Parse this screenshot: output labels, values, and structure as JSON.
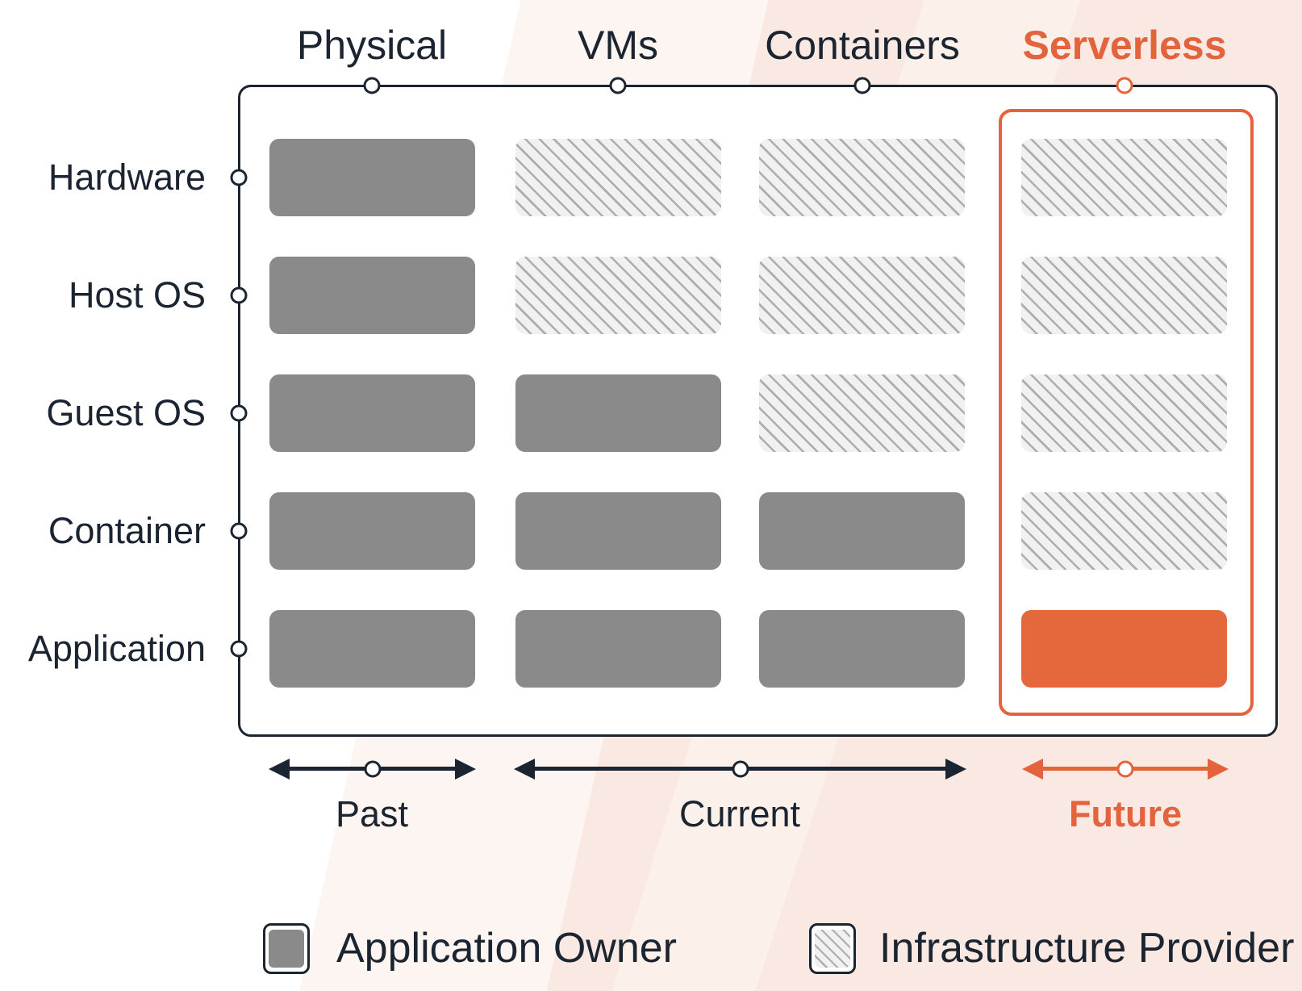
{
  "diagram": {
    "columns": [
      {
        "id": "physical",
        "label": "Physical",
        "accent": false
      },
      {
        "id": "vms",
        "label": "VMs",
        "accent": false
      },
      {
        "id": "containers",
        "label": "Containers",
        "accent": false
      },
      {
        "id": "serverless",
        "label": "Serverless",
        "accent": true
      }
    ],
    "rows": [
      {
        "id": "hardware",
        "label": "Hardware"
      },
      {
        "id": "host-os",
        "label": "Host OS"
      },
      {
        "id": "guest-os",
        "label": "Guest OS"
      },
      {
        "id": "container",
        "label": "Container"
      },
      {
        "id": "application",
        "label": "Application"
      }
    ],
    "ownership_matrix": [
      [
        "application-owner",
        "infrastructure-provider",
        "infrastructure-provider",
        "infrastructure-provider"
      ],
      [
        "application-owner",
        "infrastructure-provider",
        "infrastructure-provider",
        "infrastructure-provider"
      ],
      [
        "application-owner",
        "application-owner",
        "infrastructure-provider",
        "infrastructure-provider"
      ],
      [
        "application-owner",
        "application-owner",
        "application-owner",
        "infrastructure-provider"
      ],
      [
        "application-owner",
        "application-owner",
        "application-owner",
        "application-owner-highlight"
      ]
    ],
    "eras": [
      {
        "label": "Past",
        "accent": false
      },
      {
        "label": "Current",
        "accent": false
      },
      {
        "label": "Future",
        "accent": true
      }
    ],
    "legend": [
      {
        "label": "Application Owner",
        "swatch": "application-owner"
      },
      {
        "label": "Infrastructure Provider",
        "swatch": "infrastructure-provider"
      }
    ],
    "colors": {
      "accent": "#E2633C",
      "accent_fill": "#E5673C",
      "dark": "#1B2431",
      "owner_gray": "#8A8A8A",
      "hatch_bg": "#F1F1F1",
      "hatch_line": "#ADADAD",
      "peach": "#FAE9E2",
      "peach_light": "#FCF0EA",
      "peach_faint": "#FDF5F1"
    }
  }
}
